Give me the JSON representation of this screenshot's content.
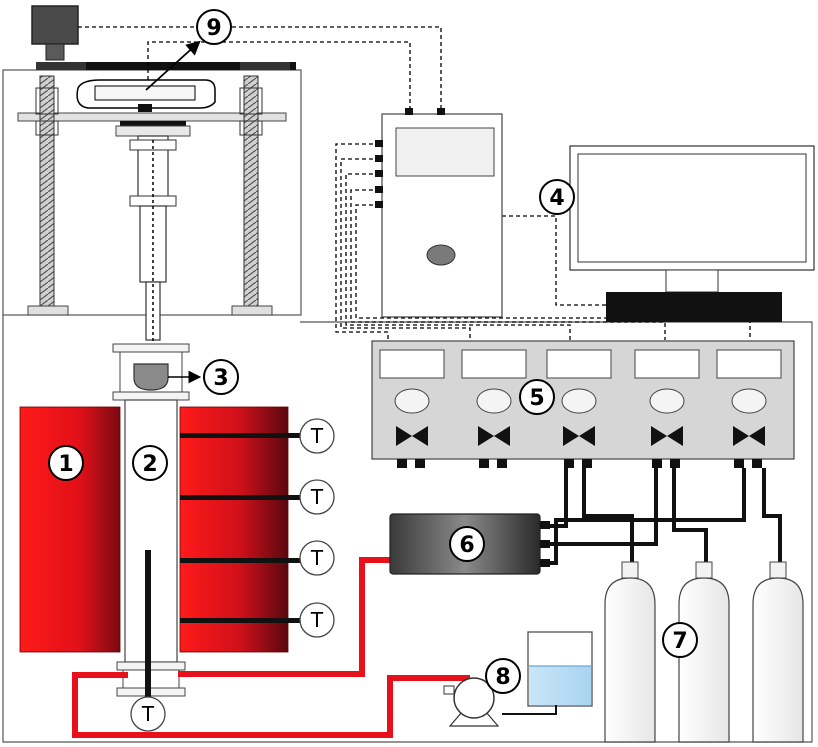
{
  "markers": {
    "furnace": "1",
    "reactor": "2",
    "sample_basket": "3",
    "computer": "4",
    "mass_flow_controller": "5",
    "preheater": "6",
    "gas_cylinders": "7",
    "water_pump": "8",
    "balance": "9"
  },
  "thermocouple_label": "T",
  "colors": {
    "furnace_red": "#e8101a",
    "furnace_dark": "#6a0a10",
    "pipe_red": "#e8101a",
    "frame_gray": "#d9d9d9",
    "controller_gray": "#d6d6d6",
    "water_blue": "#bfe0f5",
    "valve_black": "#111111"
  },
  "icons": {
    "motor": "motor-icon",
    "valve": "bowtie-valve-icon",
    "pump": "pump-icon",
    "thermocouple": "thermocouple-icon"
  }
}
